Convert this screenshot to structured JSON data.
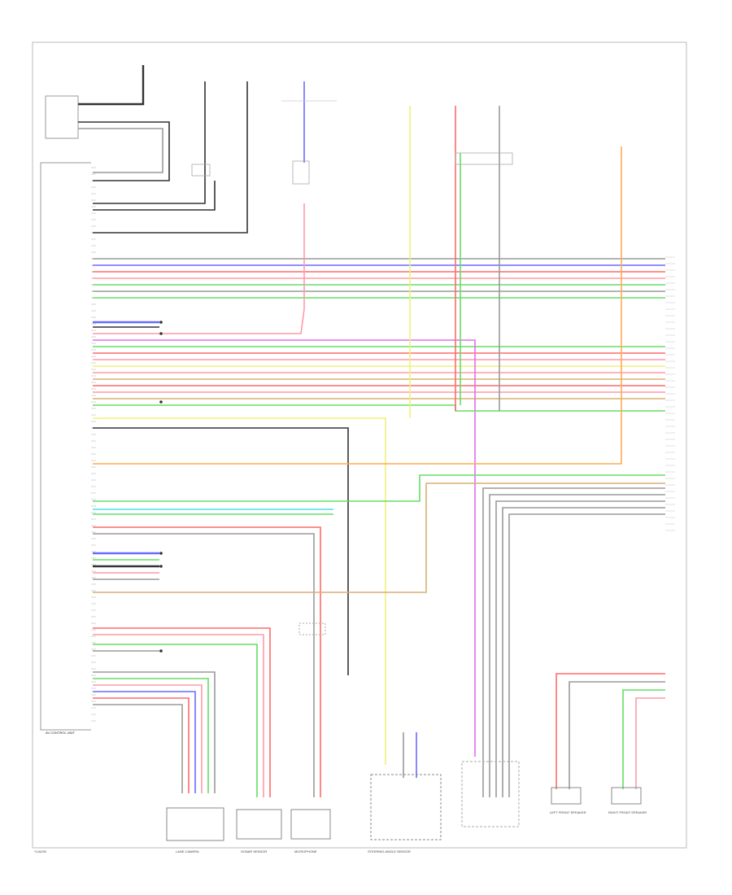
{
  "diagram": {
    "module_label": "AV CONTROL UNIT",
    "footer_code": "Y1AD90",
    "components": {
      "lane_cam": "LANE CAMERA",
      "sonar": "SONAR SENSOR",
      "mic": "MICROPHONE",
      "steering": "STEERING ANGLE SENSOR",
      "left_spk": "LEFT FRONT SPEAKER",
      "right_spk": "RIGHT FRONT SPEAKER"
    }
  },
  "colors": {
    "red": "#ff6a6a",
    "pink": "#ff9aa8",
    "blue": "#6a6aff",
    "green": "#66dd66",
    "yellow": "#f0f07a",
    "orange": "#ffaa55",
    "violet": "#e070e8",
    "gray": "#9a9a9a",
    "black": "#333333",
    "cyan": "#7ae8e8",
    "tan": "#d8b070"
  }
}
